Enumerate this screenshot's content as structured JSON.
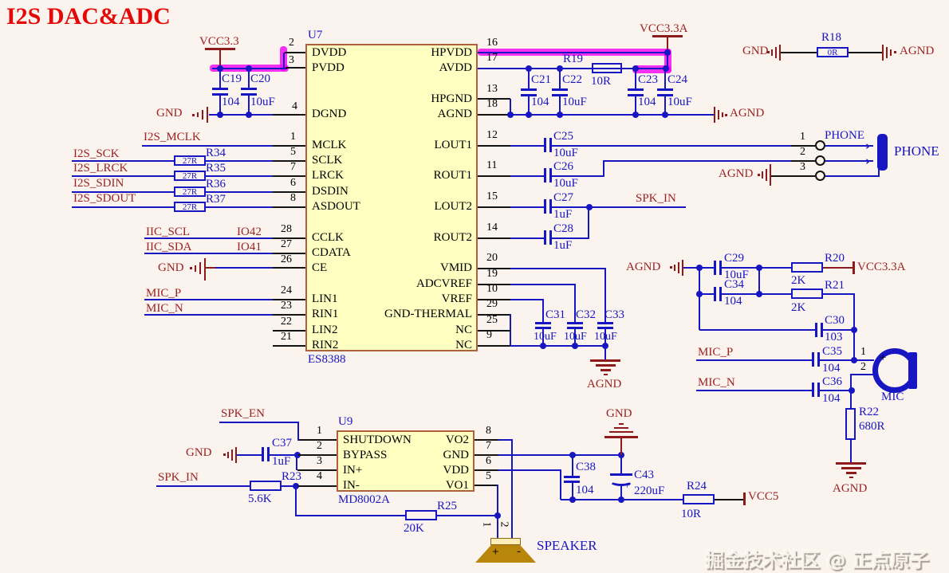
{
  "title": "I2S DAC&ADC",
  "watermark": "掘金技术社区 @ 正点原子",
  "u7": {
    "ref": "U7",
    "part": "ES8388",
    "left_pins": [
      {
        "num": "2",
        "name": "DVDD"
      },
      {
        "num": "3",
        "name": "PVDD"
      },
      {
        "num": "4",
        "name": "DGND"
      },
      {
        "num": "1",
        "name": "MCLK"
      },
      {
        "num": "5",
        "name": "SCLK"
      },
      {
        "num": "7",
        "name": "LRCK"
      },
      {
        "num": "6",
        "name": "DSDIN"
      },
      {
        "num": "8",
        "name": "ASDOUT"
      },
      {
        "num": "28",
        "name": "CCLK"
      },
      {
        "num": "27",
        "name": "CDATA"
      },
      {
        "num": "26",
        "name": "CE"
      },
      {
        "num": "24",
        "name": "LIN1"
      },
      {
        "num": "23",
        "name": "RIN1"
      },
      {
        "num": "22",
        "name": "LIN2"
      },
      {
        "num": "21",
        "name": "RIN2"
      }
    ],
    "right_pins": [
      {
        "num": "16",
        "name": "HPVDD"
      },
      {
        "num": "17",
        "name": "AVDD"
      },
      {
        "num": "13",
        "name": "HPGND"
      },
      {
        "num": "18",
        "name": "AGND"
      },
      {
        "num": "12",
        "name": "LOUT1"
      },
      {
        "num": "11",
        "name": "ROUT1"
      },
      {
        "num": "15",
        "name": "LOUT2"
      },
      {
        "num": "14",
        "name": "ROUT2"
      },
      {
        "num": "20",
        "name": "VMID"
      },
      {
        "num": "19",
        "name": "ADCVREF"
      },
      {
        "num": "10",
        "name": "VREF"
      },
      {
        "num": "29",
        "name": "GND-THERMAL"
      },
      {
        "num": "25",
        "name": "NC"
      },
      {
        "num": "9",
        "name": "NC"
      }
    ]
  },
  "u9": {
    "ref": "U9",
    "part": "MD8002A",
    "left_pins": [
      {
        "num": "1",
        "name": "SHUTDOWN"
      },
      {
        "num": "2",
        "name": "BYPASS"
      },
      {
        "num": "3",
        "name": "IN+"
      },
      {
        "num": "4",
        "name": "IN-"
      }
    ],
    "right_pins": [
      {
        "num": "8",
        "name": "VO2"
      },
      {
        "num": "7",
        "name": "GND"
      },
      {
        "num": "6",
        "name": "VDD"
      },
      {
        "num": "5",
        "name": "VO1"
      }
    ]
  },
  "nets": {
    "vcc33": "VCC3.3",
    "vcc33a": "VCC3.3A",
    "vcc5": "VCC5",
    "gnd": "GND",
    "agnd": "AGND",
    "i2s_mclk": "I2S_MCLK",
    "i2s_sck": "I2S_SCK",
    "i2s_lrck": "I2S_LRCK",
    "i2s_sdin": "I2S_SDIN",
    "i2s_sdout": "I2S_SDOUT",
    "iic_scl": "IIC_SCL",
    "iic_sda": "IIC_SDA",
    "io42": "IO42",
    "io41": "IO41",
    "mic_p": "MIC_P",
    "mic_n": "MIC_N",
    "spk_in": "SPK_IN",
    "spk_en": "SPK_EN"
  },
  "parts": {
    "C19": {
      "ref": "C19",
      "val": "104"
    },
    "C20": {
      "ref": "C20",
      "val": "10uF"
    },
    "R34": {
      "ref": "R34",
      "val": "27R"
    },
    "R35": {
      "ref": "R35",
      "val": "27R"
    },
    "R36": {
      "ref": "R36",
      "val": "27R"
    },
    "R37": {
      "ref": "R37",
      "val": "27R"
    },
    "R19": {
      "ref": "R19",
      "val": "10R"
    },
    "C21": {
      "ref": "C21",
      "val": "104"
    },
    "C22": {
      "ref": "C22",
      "val": "10uF"
    },
    "C23": {
      "ref": "C23",
      "val": "104"
    },
    "C24": {
      "ref": "C24",
      "val": "10uF"
    },
    "R18": {
      "ref": "R18",
      "val": "0R"
    },
    "C25": {
      "ref": "C25",
      "val": "10uF"
    },
    "C26": {
      "ref": "C26",
      "val": "10uF"
    },
    "C27": {
      "ref": "C27",
      "val": "1uF"
    },
    "C28": {
      "ref": "C28",
      "val": "1uF"
    },
    "C29": {
      "ref": "C29",
      "val": "10uF"
    },
    "C34": {
      "ref": "C34",
      "val": "104"
    },
    "R20": {
      "ref": "R20",
      "val": "2K"
    },
    "R21": {
      "ref": "R21",
      "val": "2K"
    },
    "C30": {
      "ref": "C30",
      "val": "103"
    },
    "C31": {
      "ref": "C31",
      "val": "10uF"
    },
    "C32": {
      "ref": "C32",
      "val": "10uF"
    },
    "C33": {
      "ref": "C33",
      "val": "10uF"
    },
    "C35": {
      "ref": "C35",
      "val": "104"
    },
    "C36": {
      "ref": "C36",
      "val": "104"
    },
    "R22": {
      "ref": "R22",
      "val": "680R"
    },
    "C37": {
      "ref": "C37",
      "val": "1uF"
    },
    "R23": {
      "ref": "R23",
      "val": "5.6K"
    },
    "R25": {
      "ref": "R25",
      "val": "20K"
    },
    "C38": {
      "ref": "C38",
      "val": "104"
    },
    "C43": {
      "ref": "C43",
      "val": "220uF"
    },
    "R24": {
      "ref": "R24",
      "val": "10R"
    }
  },
  "connectors": {
    "phone": {
      "label": "PHONE",
      "pins": [
        "1",
        "2",
        "3"
      ]
    },
    "mic": {
      "label": "MIC",
      "pins": [
        "1",
        "2"
      ]
    },
    "speaker": {
      "label": "SPEAKER",
      "pins": [
        "1",
        "2"
      ]
    }
  },
  "misc": {
    "plus": "+",
    "minus": "-"
  }
}
